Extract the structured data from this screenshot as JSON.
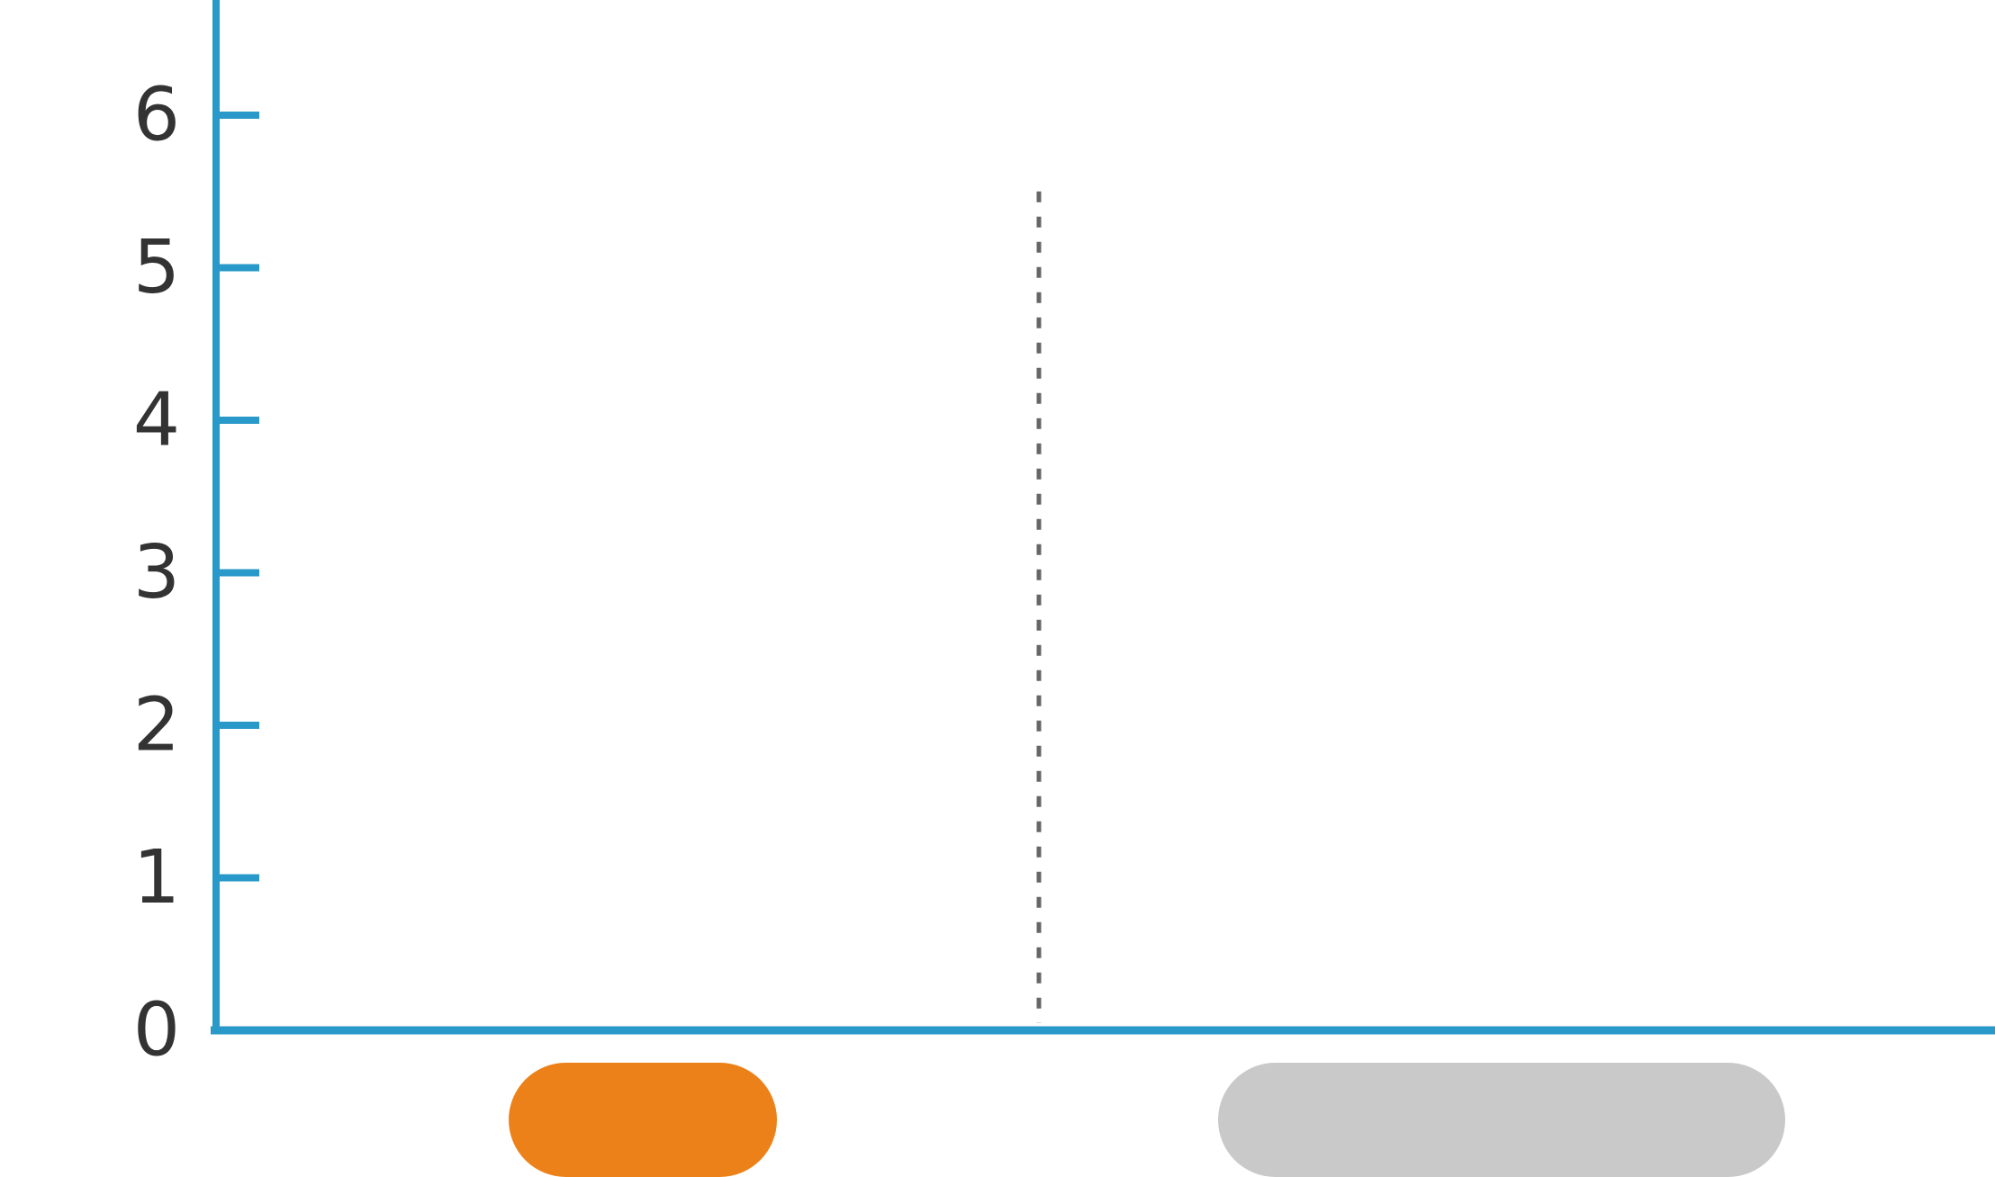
{
  "chart_data": {
    "type": "bar",
    "title": "",
    "xlabel": "",
    "ylabel": "",
    "y_ticks": [
      "0",
      "1",
      "2",
      "3",
      "4",
      "5",
      "6"
    ],
    "ylim": [
      0,
      6.8
    ],
    "grid": false,
    "reference_line": {
      "style": "dashed",
      "color": "#666666",
      "y_top": 5.5
    },
    "categories": [
      {
        "label": "",
        "color": "#ec8119"
      },
      {
        "label": "",
        "color": "#c8c9c8"
      }
    ],
    "colors": {
      "axis": "#2899c8",
      "tick_label": "#333333"
    }
  }
}
